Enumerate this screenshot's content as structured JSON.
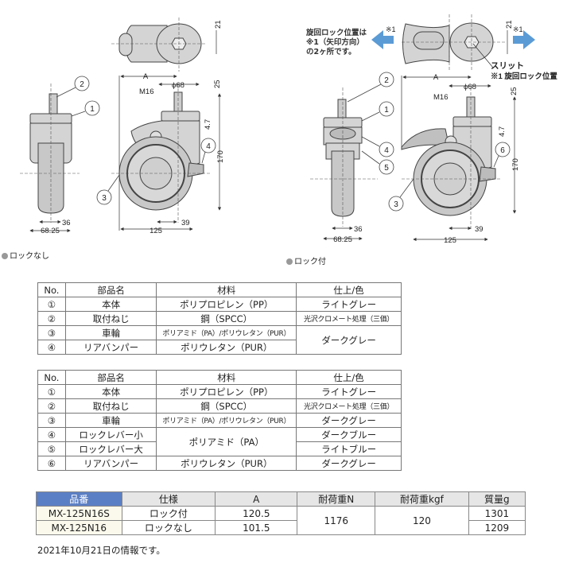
{
  "drawings": {
    "no_lock": {
      "caption": "ロックなし",
      "dims": {
        "A": "A",
        "phi68": "ϕ68",
        "m16": "M16",
        "d25": "25",
        "d4_7": "4.7",
        "d170": "170",
        "d21": "21",
        "d39": "39",
        "d125": "125",
        "d36": "36",
        "d68_25": "68.25"
      },
      "callouts": [
        "1",
        "2",
        "3",
        "4"
      ]
    },
    "with_lock": {
      "caption": "ロック付",
      "note_line1": "旋回ロック位置は",
      "note_line2": "※1（矢印方向）",
      "note_line3": "の2ヶ所です。",
      "mark_left": "※1",
      "mark_right": "※1",
      "slit_label": "スリット",
      "slit_note": "※1 旋回ロック位置",
      "arrow_color": "#5b9bd5",
      "dims": {
        "A": "A",
        "phi68": "ϕ68",
        "m16": "M16",
        "d25": "25",
        "d4_7": "4.7",
        "d170": "170",
        "d21": "21",
        "d39": "39",
        "d125": "125",
        "d36": "36",
        "d68_25": "68.25"
      },
      "callouts": [
        "1",
        "2",
        "3",
        "4",
        "5",
        "6"
      ]
    }
  },
  "parts_table_1": {
    "headers": [
      "No.",
      "部品名",
      "材料",
      "仕上/色"
    ],
    "rows": [
      {
        "no": "①",
        "name": "本体",
        "material": "ポリプロピレン（PP）",
        "finish": "ライトグレー"
      },
      {
        "no": "②",
        "name": "取付ねじ",
        "material": "鋼（SPCC）",
        "finish": "光沢クロメート処理（三価）"
      },
      {
        "no": "③",
        "name": "車輪",
        "material": "ポリアミド（PA）/ポリウレタン（PUR）",
        "finish": "ダークグレー"
      },
      {
        "no": "④",
        "name": "リアバンパー",
        "material": "ポリウレタン（PUR）",
        "finish": ""
      }
    ]
  },
  "parts_table_2": {
    "headers": [
      "No.",
      "部品名",
      "材料",
      "仕上/色"
    ],
    "rows": [
      {
        "no": "①",
        "name": "本体",
        "material": "ポリプロピレン（PP）",
        "finish": "ライトグレー"
      },
      {
        "no": "②",
        "name": "取付ねじ",
        "material": "鋼（SPCC）",
        "finish": "光沢クロメート処理（三価）"
      },
      {
        "no": "③",
        "name": "車輪",
        "material": "ポリアミド（PA）/ポリウレタン（PUR）",
        "finish": "ダークグレー"
      },
      {
        "no": "④",
        "name": "ロックレバー小",
        "material": "ポリアミド（PA）",
        "finish": "ダークブルー"
      },
      {
        "no": "⑤",
        "name": "ロックレバー大",
        "material": "",
        "finish": "ライトブルー"
      },
      {
        "no": "⑥",
        "name": "リアバンパー",
        "material": "ポリウレタン（PUR）",
        "finish": "ダークグレー"
      }
    ]
  },
  "spec_table": {
    "headers": [
      "品番",
      "仕様",
      "A",
      "耐荷重N",
      "耐荷重kgf",
      "質量g"
    ],
    "rows": [
      {
        "model": "MX-125N16S",
        "spec": "ロック付",
        "a": "120.5",
        "load_n": "1176",
        "load_kgf": "120",
        "mass": "1301"
      },
      {
        "model": "MX-125N16",
        "spec": "ロックなし",
        "a": "101.5",
        "load_n": "",
        "load_kgf": "",
        "mass": "1209"
      }
    ],
    "header_color": "#5b7fc4"
  },
  "footnote": "2021年10月21日の情報です。"
}
